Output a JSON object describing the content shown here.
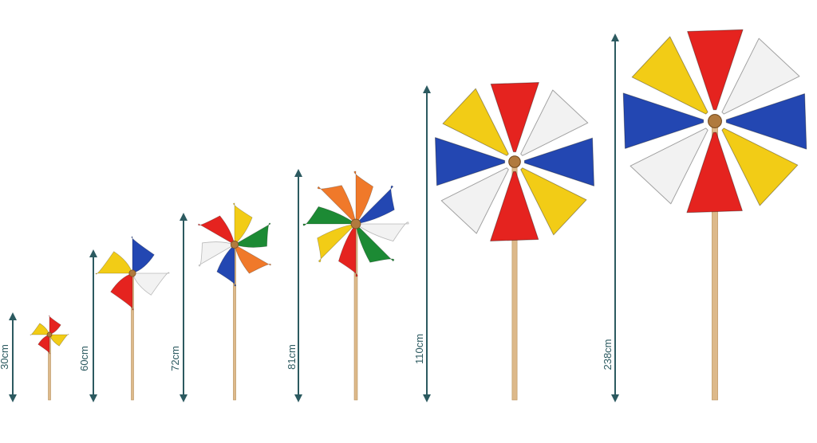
{
  "colors": {
    "arrow": "#2c5a60",
    "red": "#e5231f",
    "yellow": "#f2cc16",
    "blue": "#2347b2",
    "white": "#f2f2f2",
    "green": "#1c8a34",
    "orange": "#f0792a",
    "stick": "#ddb98a",
    "hub": "#b07a3e"
  },
  "sizes": [
    {
      "label": "30cm",
      "style": "pinwheel-4",
      "palette": [
        "red",
        "yellow",
        "red",
        "yellow"
      ]
    },
    {
      "label": "60cm",
      "style": "pinwheel-4",
      "palette": [
        "blue",
        "white",
        "red",
        "yellow"
      ]
    },
    {
      "label": "72cm",
      "style": "pinwheel-6",
      "palette": [
        "yellow",
        "green",
        "orange",
        "blue",
        "white",
        "red"
      ]
    },
    {
      "label": "81cm",
      "style": "pinwheel-8",
      "palette": [
        "orange",
        "blue",
        "white",
        "green",
        "red",
        "yellow",
        "green",
        "orange"
      ]
    },
    {
      "label": "110cm",
      "style": "blades-10",
      "palette": [
        "red",
        "white",
        "blue",
        "yellow",
        "red",
        "white",
        "blue",
        "yellow"
      ]
    },
    {
      "label": "238cm",
      "style": "blades-10",
      "palette": [
        "red",
        "white",
        "blue",
        "yellow",
        "red",
        "white",
        "blue",
        "yellow"
      ]
    }
  ]
}
